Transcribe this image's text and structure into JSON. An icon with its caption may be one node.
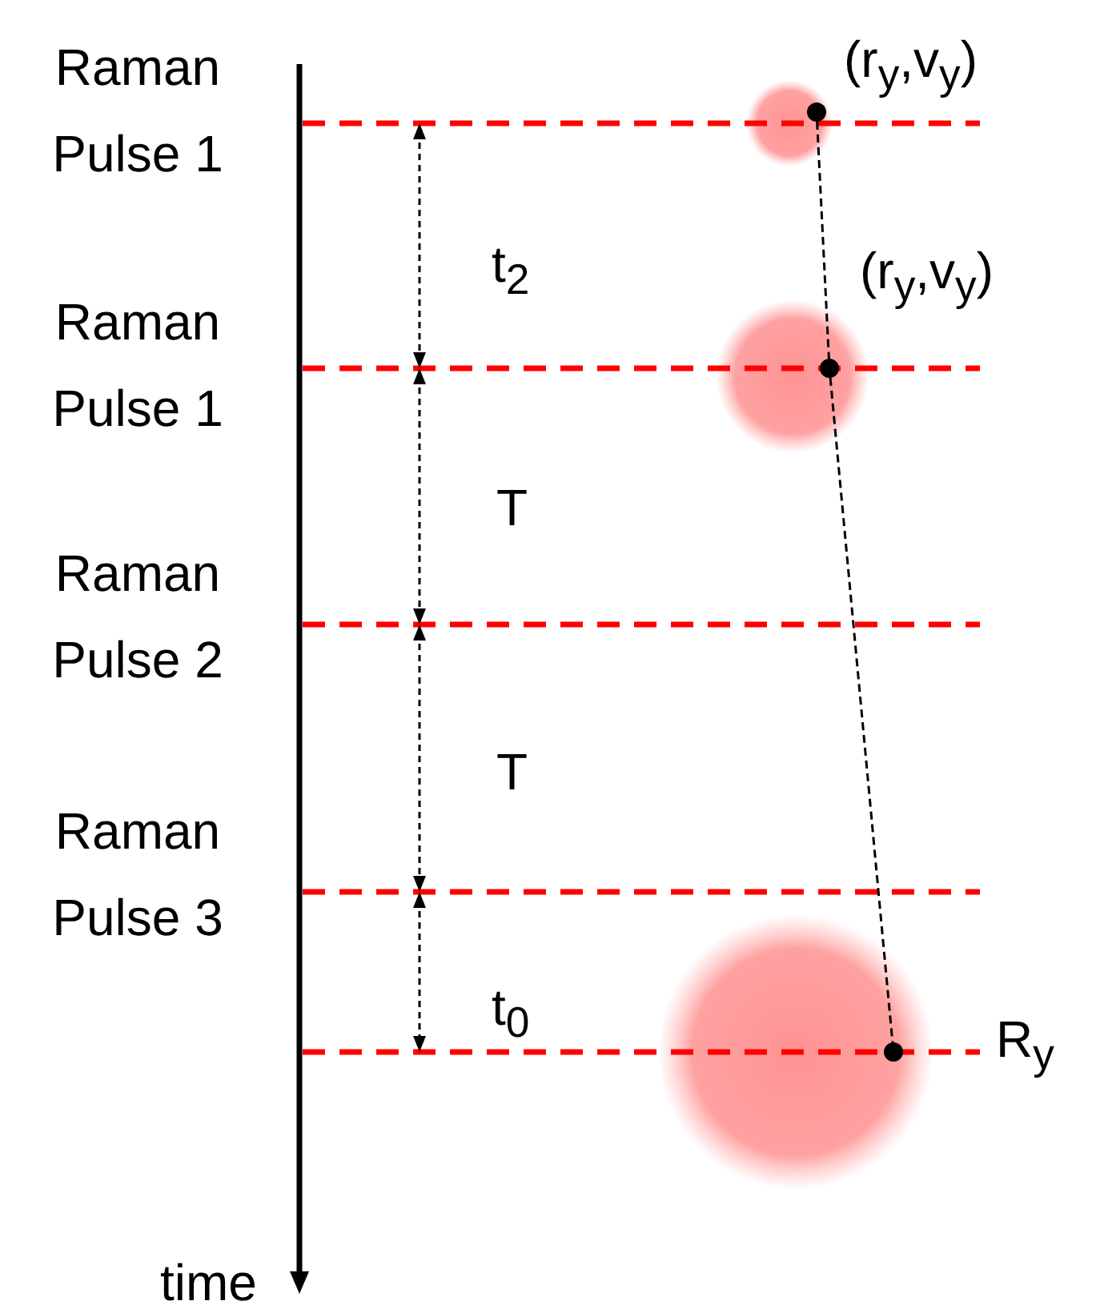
{
  "diagram": {
    "nodes": [
      {
        "text": [],
        "shape": "circle",
        "beside": [
          "(r$_{y}$,v$_{y}$)"
        ]
      },
      {
        "text": [],
        "shape": "circle",
        "beside": [
          "(r$_{y}$,v$_{y}$)"
        ]
      },
      {
        "text": [],
        "shape": "circle",
        "beside": [
          "R$_{y}$"
        ]
      }
    ],
    "edges": [
      {
        "from": 0,
        "to": 1,
        "arrow": "none",
        "style": "dashed"
      },
      {
        "from": 1,
        "to": 2,
        "arrow": "none",
        "style": "dashed"
      }
    ],
    "labels": [
      "Raman Pulse 1",
      "t$_{2}$",
      "Raman Pulse 1",
      "T",
      "Raman Pulse 2",
      "T",
      "Raman Pulse 3",
      "t$_{0}$",
      "time"
    ]
  }
}
